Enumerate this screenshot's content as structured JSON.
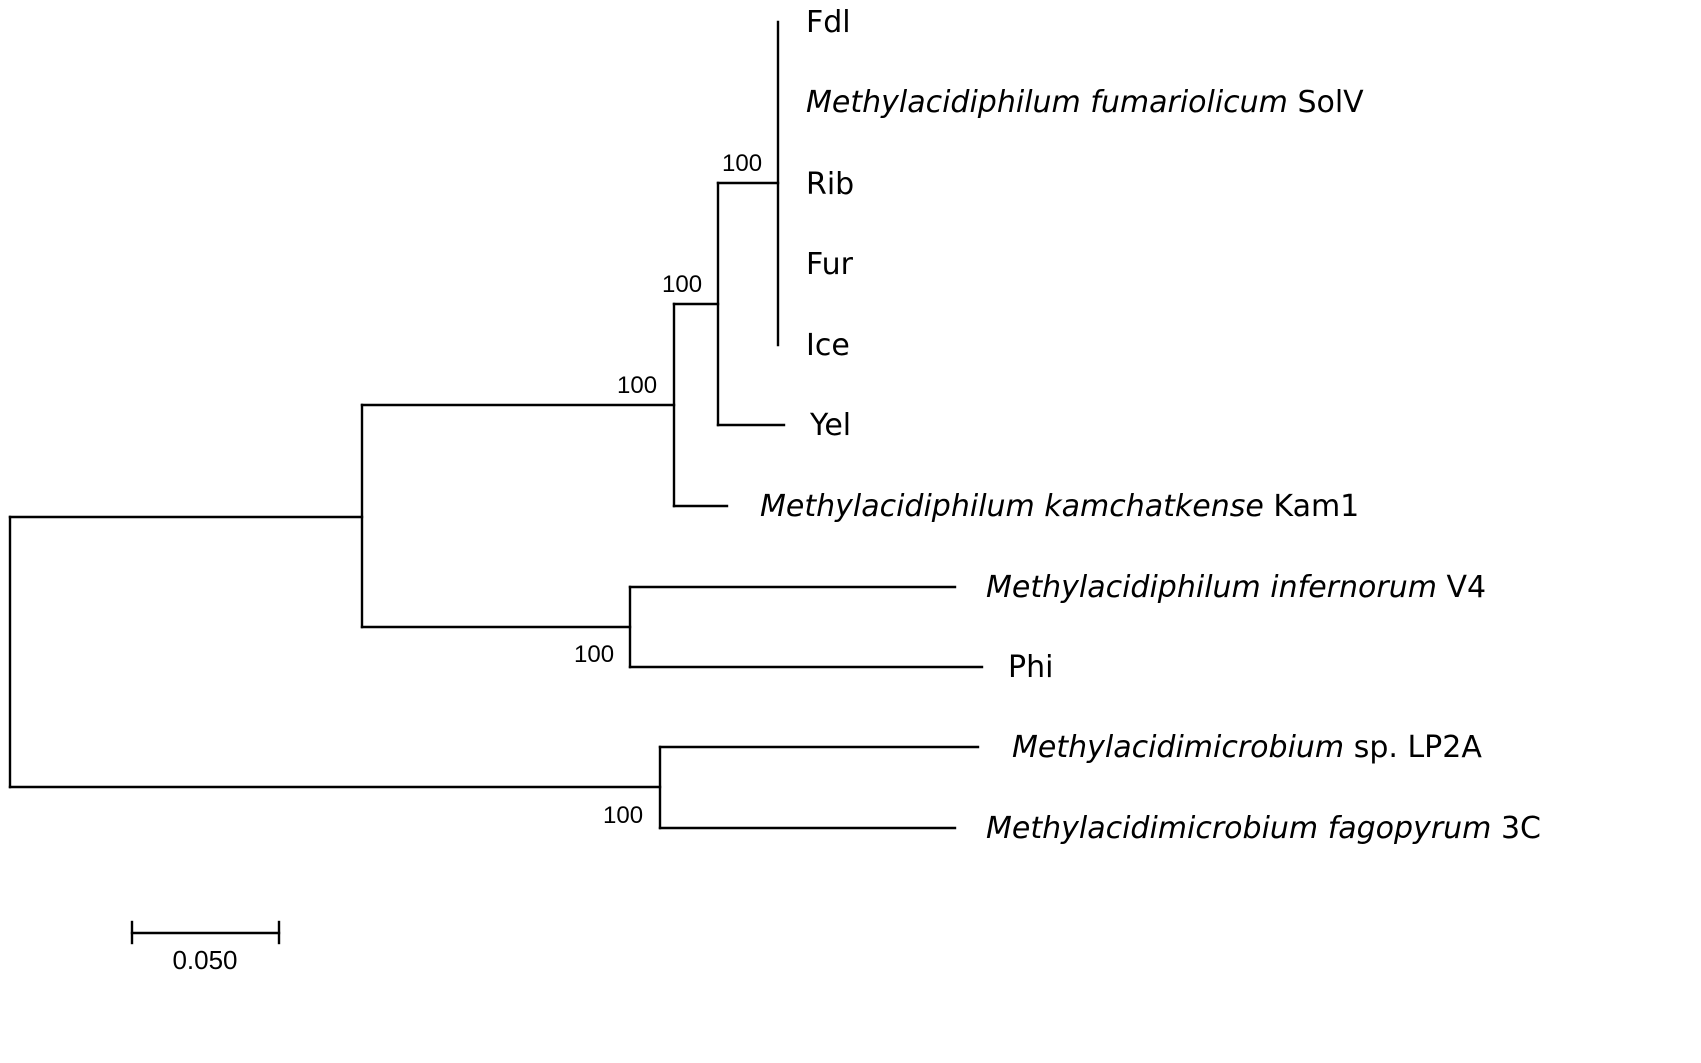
{
  "colors": {
    "line": "#000000",
    "background": "#ffffff"
  },
  "taxa": {
    "fdl": {
      "label": "Fdl"
    },
    "solv": {
      "italic": "Methylacidiphilum fumariolicum",
      "plain": "SolV"
    },
    "rib": {
      "label": "Rib"
    },
    "fur": {
      "label": "Fur"
    },
    "ice": {
      "label": "Ice"
    },
    "yel": {
      "label": "Yel"
    },
    "kam1": {
      "italic": "Methylacidiphilum kamchatkense",
      "plain": "Kam1"
    },
    "v4": {
      "italic": "Methylacidiphilum infernorum",
      "plain": "V4"
    },
    "phi": {
      "label": "Phi"
    },
    "lp2a": {
      "italic": "Methylacidimicrobium",
      "plain": "sp. LP2A"
    },
    "c3": {
      "italic": "Methylacidimicrobium fagopyrum",
      "plain": "3C"
    }
  },
  "bootstrap": {
    "crown_clade": "100",
    "yel_clade": "100",
    "kamchatkense_clade": "100",
    "infernorum_clade": "100",
    "methylacidimicrobium_clade": "100"
  },
  "scale_bar": {
    "label": "0.050"
  }
}
